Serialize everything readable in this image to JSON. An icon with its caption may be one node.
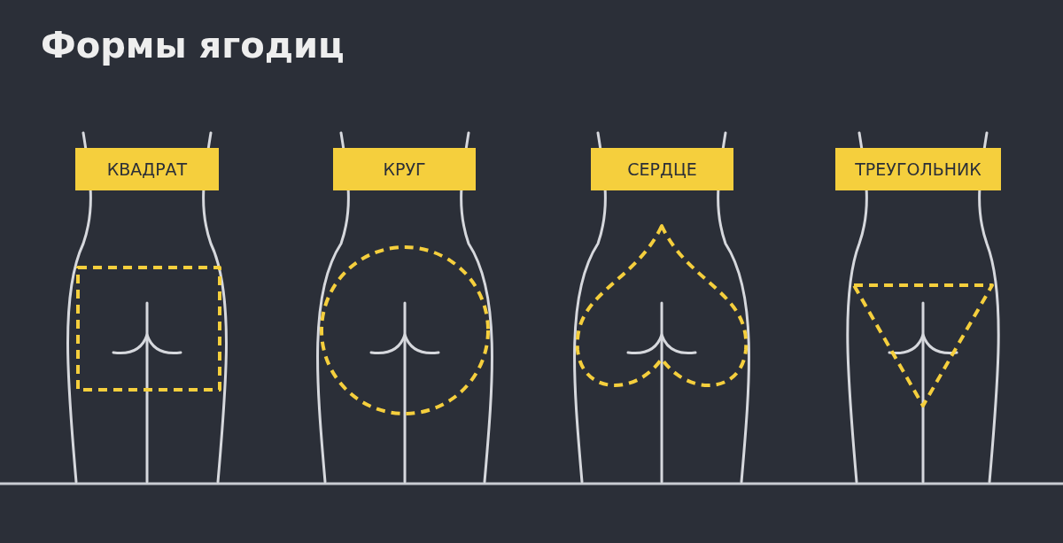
{
  "diagram": {
    "title": "Формы ягодиц",
    "nodes": [
      {
        "text": [
          "КВАДРАТ"
        ]
      },
      {
        "text": [
          "КРУГ"
        ]
      },
      {
        "text": [
          "СЕРДЦЕ"
        ]
      },
      {
        "text": [
          "ТРЕУГОЛЬНИК"
        ]
      }
    ]
  }
}
